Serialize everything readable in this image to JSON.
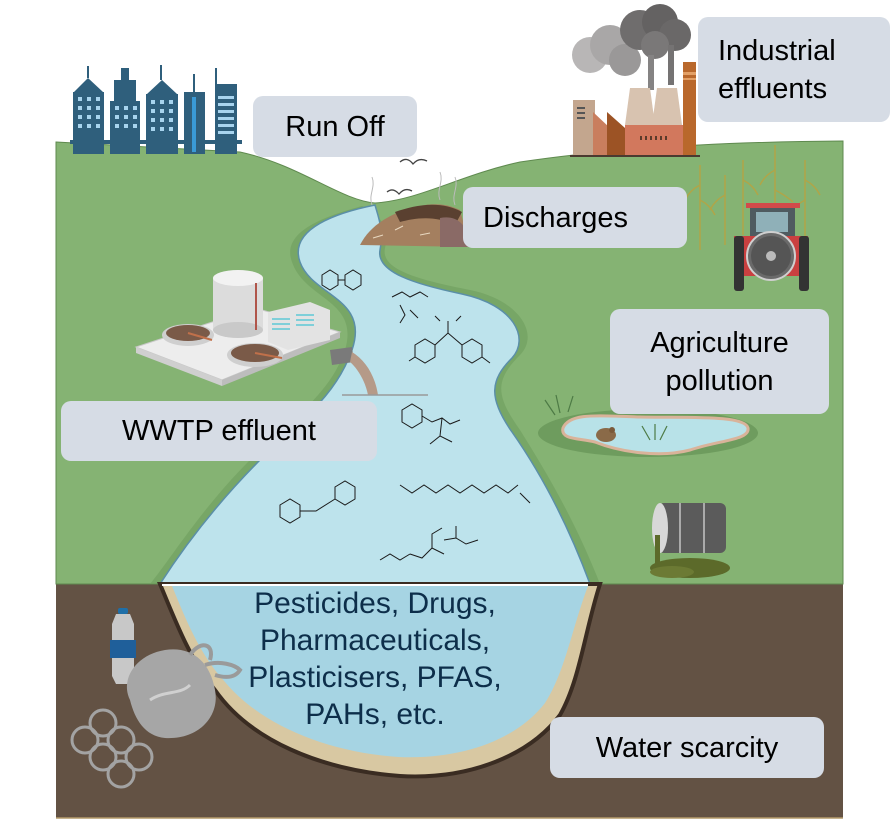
{
  "title": "Sources of water pollution and contaminants",
  "labels": {
    "runoff": "Run Off",
    "industrial": [
      "Industrial",
      "effluents"
    ],
    "discharges": "Discharges",
    "agriculture": [
      "Agriculture",
      "pollution"
    ],
    "wwtp": "WWTP effluent",
    "water_scarcity": "Water scarcity"
  },
  "contaminants": [
    "Pesticides, Drugs,",
    "Pharmaceuticals,",
    "Plasticisers, PFAS,",
    "PAHs, etc."
  ],
  "colors": {
    "sky": "#ffffff",
    "grass": "#85b373",
    "grass_dark": "#6e9c5e",
    "river": "#bde3ec",
    "river_edge": "#5b8fa8",
    "groundwater": "#a6d4e3",
    "soil": "#635244",
    "soil_dark": "#3a2c22",
    "sand": "#d8c8a2",
    "label_bg": "#d6dce5",
    "label_text": "#000000",
    "contaminant_text": "#0d2e4a"
  },
  "icons": [
    "city-skyline-icon",
    "factory-icon",
    "smoke-icon",
    "waste-heap-icon",
    "birds-icon",
    "corn-field-icon",
    "tractor-sprayer-icon",
    "wwtp-plant-icon",
    "outfall-pipe-icon",
    "pond-icon",
    "toad-icon",
    "oil-barrel-spill-icon",
    "plastic-bottle-icon",
    "plastic-bag-icon",
    "six-pack-rings-icon",
    "molecule-structure-icon"
  ]
}
